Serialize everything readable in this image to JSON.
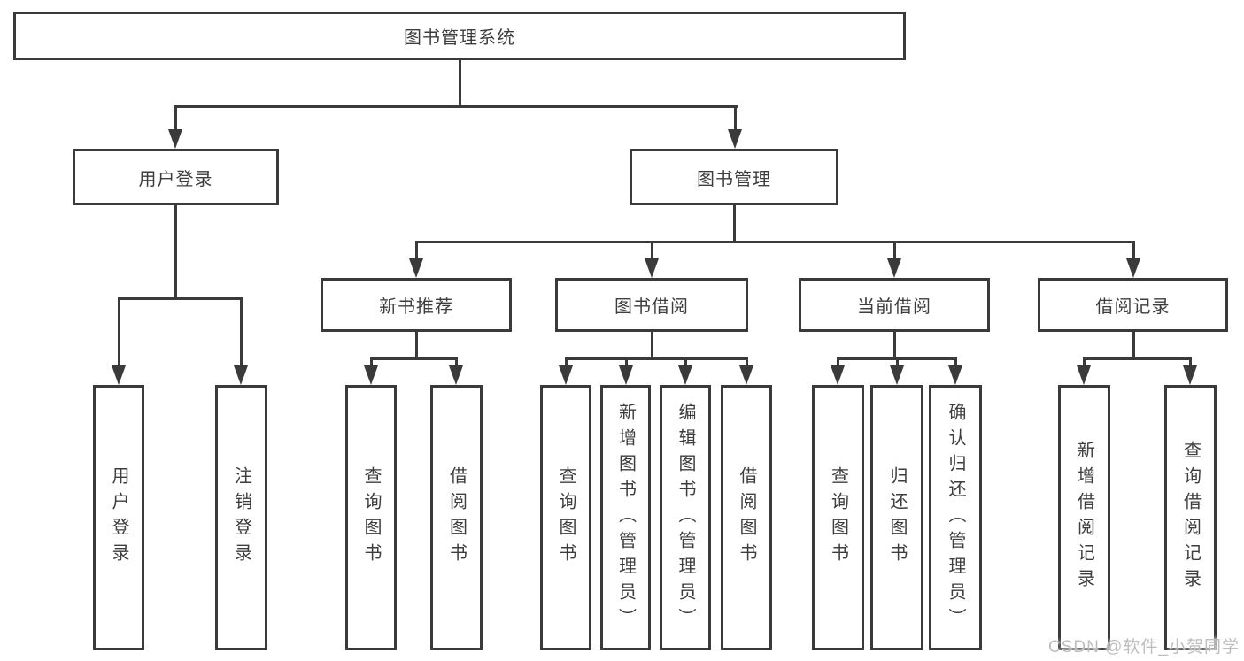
{
  "colors": {
    "line": "#3a3a3a",
    "text": "#3d3d3d",
    "box_background": "#ffffff",
    "watermark": "#bdbdbd"
  },
  "watermark": {
    "text": "CSDN @软件_小贺同学"
  },
  "tree": {
    "root": "图书管理系统",
    "branches": [
      {
        "label": "用户登录",
        "children": [
          "用户登录",
          "注销登录"
        ]
      },
      {
        "label": "图书管理",
        "children": [
          {
            "label": "新书推荐",
            "children": [
              "查询图书",
              "借阅图书"
            ]
          },
          {
            "label": "图书借阅",
            "children": [
              "查询图书",
              "新增图书（管理员）",
              "编辑图书（管理员）",
              "借阅图书"
            ]
          },
          {
            "label": "当前借阅",
            "children": [
              "查询图书",
              "归还图书",
              "确认归还（管理员）"
            ]
          },
          {
            "label": "借阅记录",
            "children": [
              "新增借阅记录",
              "查询借阅记录"
            ]
          }
        ]
      }
    ]
  }
}
